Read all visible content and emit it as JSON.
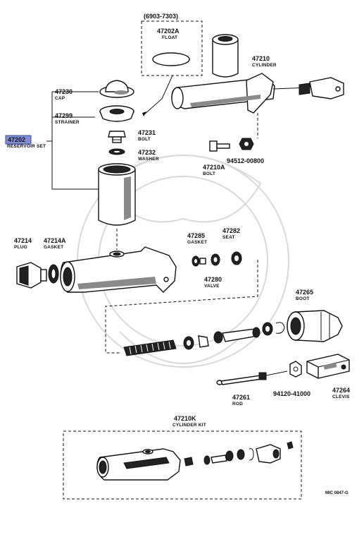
{
  "float_group": {
    "date_range": "(6903-7303)",
    "part_no": "47202A",
    "name": "FLOAT"
  },
  "reservoir_set": {
    "part_no": "47202",
    "name": "RESERVOIR SET",
    "highlight_color": "#7f8fd6"
  },
  "labels": {
    "cap": {
      "part_no": "47230",
      "name": "CAP"
    },
    "strainer": {
      "part_no": "47299",
      "name": "STRAINER"
    },
    "bolt_47231": {
      "part_no": "47231",
      "name": "BOLT"
    },
    "washer": {
      "part_no": "47232",
      "name": "WASHER"
    },
    "cylinder": {
      "part_no": "47210",
      "name": "CYLINDER"
    },
    "bolt_47210a": {
      "part_no": "47210A",
      "name": "BOLT"
    },
    "nut_94512": {
      "part_no": "94512-00800"
    },
    "plug": {
      "part_no": "47214",
      "name": "PLUG"
    },
    "gasket_47214a": {
      "part_no": "47214A",
      "name": "GASKET"
    },
    "gasket_47285": {
      "part_no": "47285",
      "name": "GASKET"
    },
    "seat": {
      "part_no": "47282",
      "name": "SEAT"
    },
    "valve": {
      "part_no": "47280",
      "name": "VALVE"
    },
    "boot": {
      "part_no": "47265",
      "name": "BOOT"
    },
    "rod": {
      "part_no": "47261",
      "name": "ROD"
    },
    "nut_94120": {
      "part_no": "94120-41000"
    },
    "clevis": {
      "part_no": "47264",
      "name": "CLEVIS"
    },
    "cylinder_kit": {
      "part_no": "47210K",
      "name": "CYLINDER KIT"
    }
  },
  "diagram_code": "MIC 0847-G"
}
